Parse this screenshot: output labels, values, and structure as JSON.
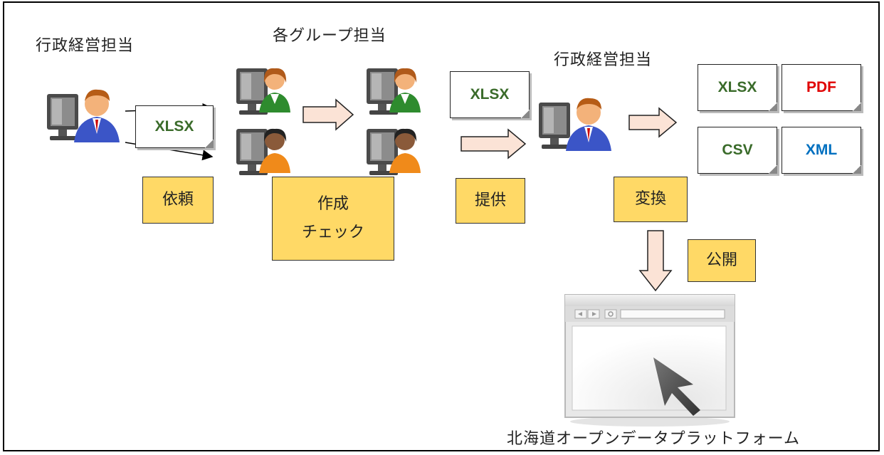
{
  "labels": {
    "admin_left": "行政経営担当",
    "groups": "各グループ担当",
    "admin_right": "行政経営担当",
    "platform": "北海道オープンデータプラットフォーム"
  },
  "steps": {
    "request": "依頼",
    "create": "作成",
    "check": "チェック",
    "provide": "提供",
    "convert": "変換",
    "publish": "公開"
  },
  "documents": {
    "request_doc": "XLSX",
    "provided_doc": "XLSX",
    "out_xlsx": "XLSX",
    "out_pdf": "PDF",
    "out_csv": "CSV",
    "out_xml": "XML"
  },
  "colors": {
    "label_fill": "#ffd966",
    "arrow_fill": "#fbe3d6",
    "xlsx_csv_text": "#3a6b2a",
    "pdf_text": "#e00000",
    "xml_text": "#0070c0"
  }
}
